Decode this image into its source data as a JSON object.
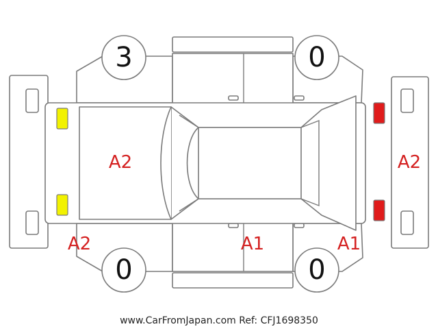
{
  "tires": {
    "front_left": "3",
    "front_right": "0",
    "rear_left": "0",
    "rear_right": "0"
  },
  "damage": {
    "front_left_panel": "A2",
    "front_bumper_corner": "A2",
    "rear_left_door": "A1",
    "rear_quarter": "A1",
    "rear_bumper": "A2"
  },
  "footer": "www.CarFromJapan.com Ref: CFJ1698350",
  "colors": {
    "outline": "#7a7a7a",
    "damage_text": "#d42020",
    "headlight_fill": "#f2f200",
    "taillight_fill": "#e01b1b"
  }
}
